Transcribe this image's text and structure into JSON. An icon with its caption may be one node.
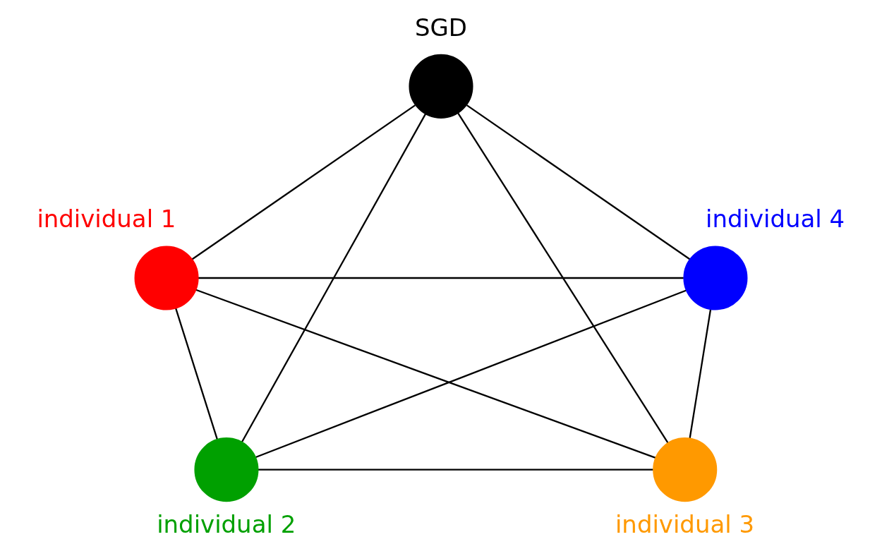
{
  "diagram": {
    "nodes": [
      {
        "text": [
          "SGD"
        ]
      },
      {
        "text": [
          "individual 1"
        ]
      },
      {
        "text": [
          "individual 4"
        ]
      },
      {
        "text": [
          "individual 2"
        ]
      },
      {
        "text": [
          "individual 3"
        ]
      }
    ],
    "edges": [
      {
        "from": 0,
        "to": 1,
        "arrow": "none"
      },
      {
        "from": 0,
        "to": 2,
        "arrow": "none"
      },
      {
        "from": 0,
        "to": 3,
        "arrow": "none"
      },
      {
        "from": 0,
        "to": 4,
        "arrow": "none"
      },
      {
        "from": 1,
        "to": 2,
        "arrow": "none"
      },
      {
        "from": 1,
        "to": 3,
        "arrow": "none"
      },
      {
        "from": 1,
        "to": 4,
        "arrow": "none"
      },
      {
        "from": 2,
        "to": 3,
        "arrow": "none"
      },
      {
        "from": 2,
        "to": 4,
        "arrow": "none"
      },
      {
        "from": 3,
        "to": 4,
        "arrow": "none"
      }
    ]
  }
}
